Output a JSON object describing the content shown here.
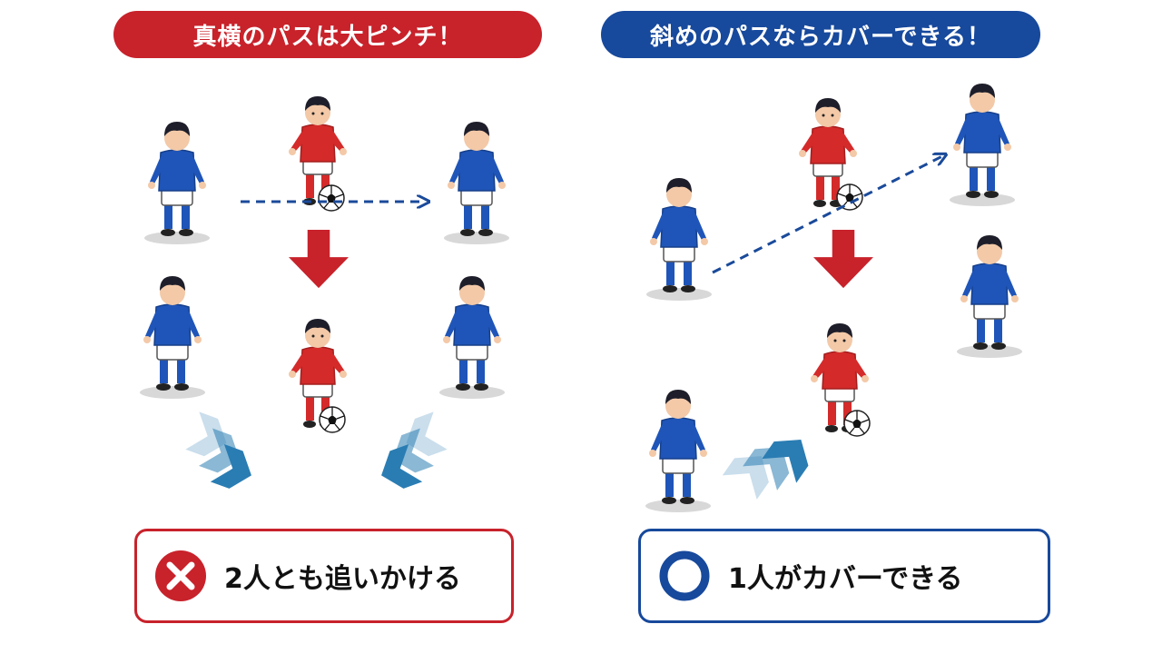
{
  "left": {
    "title": "真横のパスは大ピンチ！",
    "result": "2人とも追いかける",
    "result_icon": "cross-icon",
    "accent": "#c8222b"
  },
  "right": {
    "title": "斜めのパスならカバーできる！",
    "result": "1人がカバーできる",
    "result_icon": "circle-icon",
    "accent": "#17499c"
  },
  "colors": {
    "red_team": "#d42a2a",
    "blue_team": "#1f55b8",
    "pass_line": "#1a4a9a",
    "movement": "#2a7db3"
  }
}
